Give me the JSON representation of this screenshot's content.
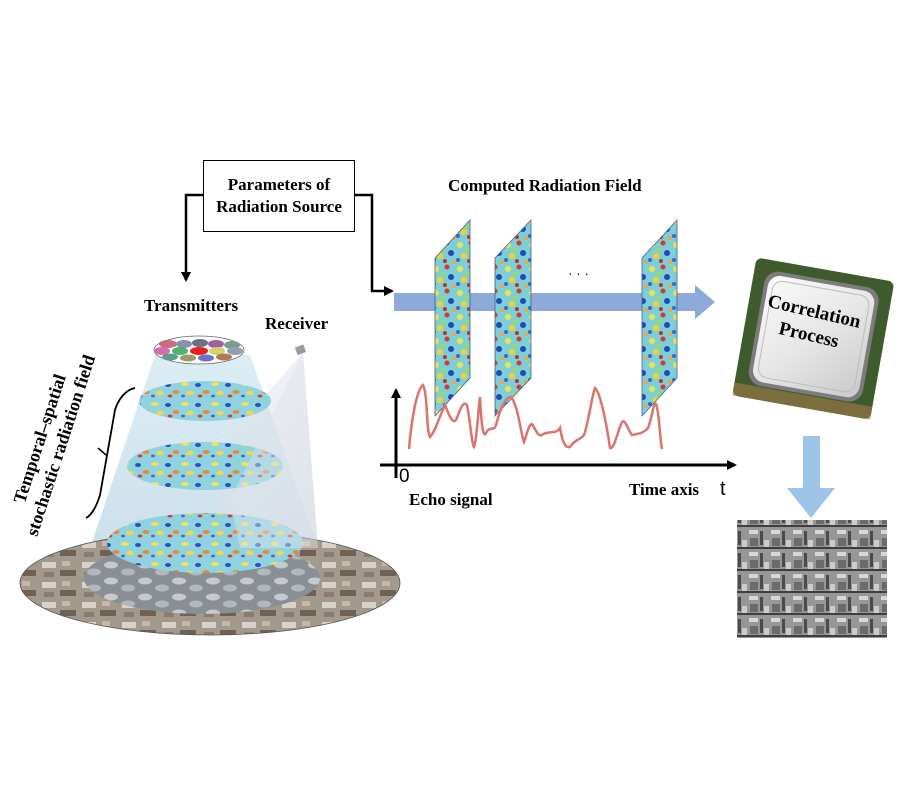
{
  "source_box": {
    "line1": "Parameters of",
    "line2": "Radiation Source"
  },
  "computed_field": {
    "title": "Computed Radiation Field",
    "ellipsis": "· · ·",
    "panel_count_shown": 3
  },
  "transmitter_section": {
    "transmitters_label": "Transmitters",
    "receiver_label": "Receiver",
    "side_label_line1": "Temporal–spatial",
    "side_label_line2": "stochastic radiation field"
  },
  "echo_plot": {
    "origin_label": "0",
    "axis_label": "Time axis",
    "t_symbol": "t",
    "signal_label": "Echo signal"
  },
  "processor": {
    "line1": "Correlation",
    "line2": "Process"
  },
  "colors": {
    "flow_arrow": "#8eaadb",
    "down_arrow": "#9dc3e6",
    "echo_curve": "#d9756c",
    "beam": "#cfe3ee",
    "cpu_green": "#3f5a2c"
  }
}
